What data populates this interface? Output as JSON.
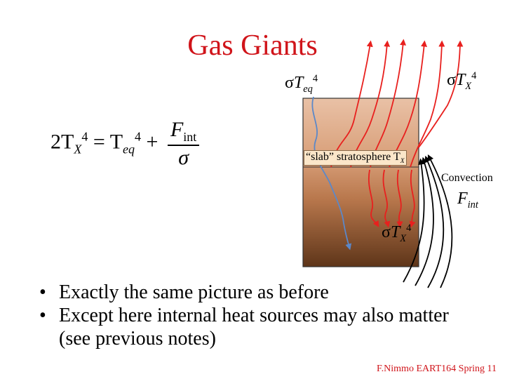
{
  "title": "Gas Giants",
  "labels": {
    "sigma": "σ",
    "T": "T",
    "eq_sub": "eq",
    "X_sub": "X",
    "power": "4",
    "slab_text": "“slab” stratosphere T",
    "convection": "Convection",
    "F": "F",
    "int_sub": "int"
  },
  "equation": {
    "lhs": "2T",
    "equals": " = T",
    "plus": " + ",
    "numerator": "F",
    "numerator_sub": "int",
    "denominator": "σ"
  },
  "bullets": [
    "Exactly the same picture as before",
    "Except here internal heat sources may also matter (see previous notes)"
  ],
  "bullet_symbol": "•",
  "footer": "F.Nimmo EART164 Spring 11",
  "colors": {
    "title": "#d0141a",
    "red_arrows": "#e8201e",
    "blue_arrow": "#5b88c9",
    "black_arrows": "#000000",
    "slab_top": "#e6b89a",
    "slab_bottom": "#6a3f22"
  }
}
